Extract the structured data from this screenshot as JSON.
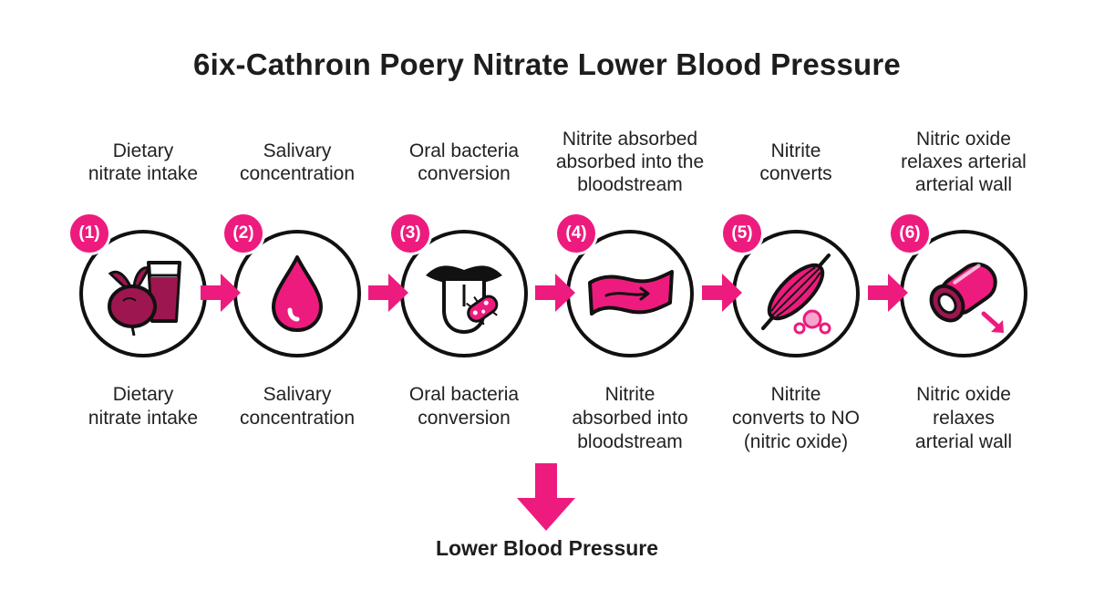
{
  "title": "6ix-Cathroιn Poery Nitrate Lower Blood Pressure",
  "steps": [
    {
      "number": "(1)",
      "top_label": [
        "Dietary",
        "nitrate intake"
      ],
      "bottom_label": [
        "Dietary",
        "nitrate intake"
      ],
      "icon": "beet-and-juice-icon"
    },
    {
      "number": "(2)",
      "top_label": [
        "Salivary",
        "concentration"
      ],
      "bottom_label": [
        "Salivary",
        "concentration"
      ],
      "icon": "saliva-drop-icon"
    },
    {
      "number": "(3)",
      "top_label": [
        "Oral bacteria",
        "conversion"
      ],
      "bottom_label": [
        "Oral bacteria",
        "conversion"
      ],
      "icon": "tongue-bacteria-icon"
    },
    {
      "number": "(4)",
      "top_label": [
        "Nitrite absorbed",
        "absorbed into the",
        "bloodstream"
      ],
      "bottom_label": [
        "Nitrite",
        "absorbed into",
        "bloodstream"
      ],
      "icon": "blood-vessel-flow-icon"
    },
    {
      "number": "(5)",
      "top_label": [
        "Nitrite",
        "converts"
      ],
      "bottom_label": [
        "Nitrite",
        "converts to NO",
        "(nitric oxide)"
      ],
      "icon": "muscle-molecule-icon"
    },
    {
      "number": "(6)",
      "top_label": [
        "Nitric oxide",
        "relaxes arterial",
        "arterial wall"
      ],
      "bottom_label": [
        "Nitric oxide",
        "relaxes",
        "arterial wall"
      ],
      "icon": "artery-icon"
    }
  ],
  "result": "Lower Blood Pressure",
  "colors": {
    "accent": "#ee1b7e",
    "dark_accent": "#9e1650",
    "outline": "#111111"
  }
}
